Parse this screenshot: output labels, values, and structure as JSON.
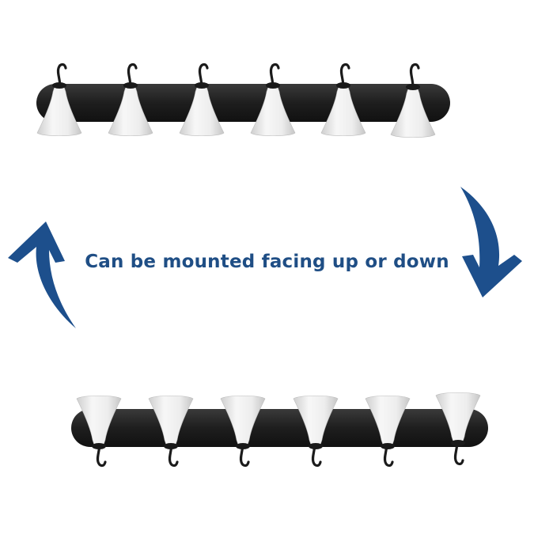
{
  "product": {
    "caption": "Can be mounted facing up or down",
    "caption_color": "#1f4e85",
    "arrow_color": "#1d4f8c",
    "fixture_finish_color": "#222222",
    "shade_color": "#ececec",
    "light_count": 6,
    "orientations": [
      "down",
      "up"
    ]
  }
}
